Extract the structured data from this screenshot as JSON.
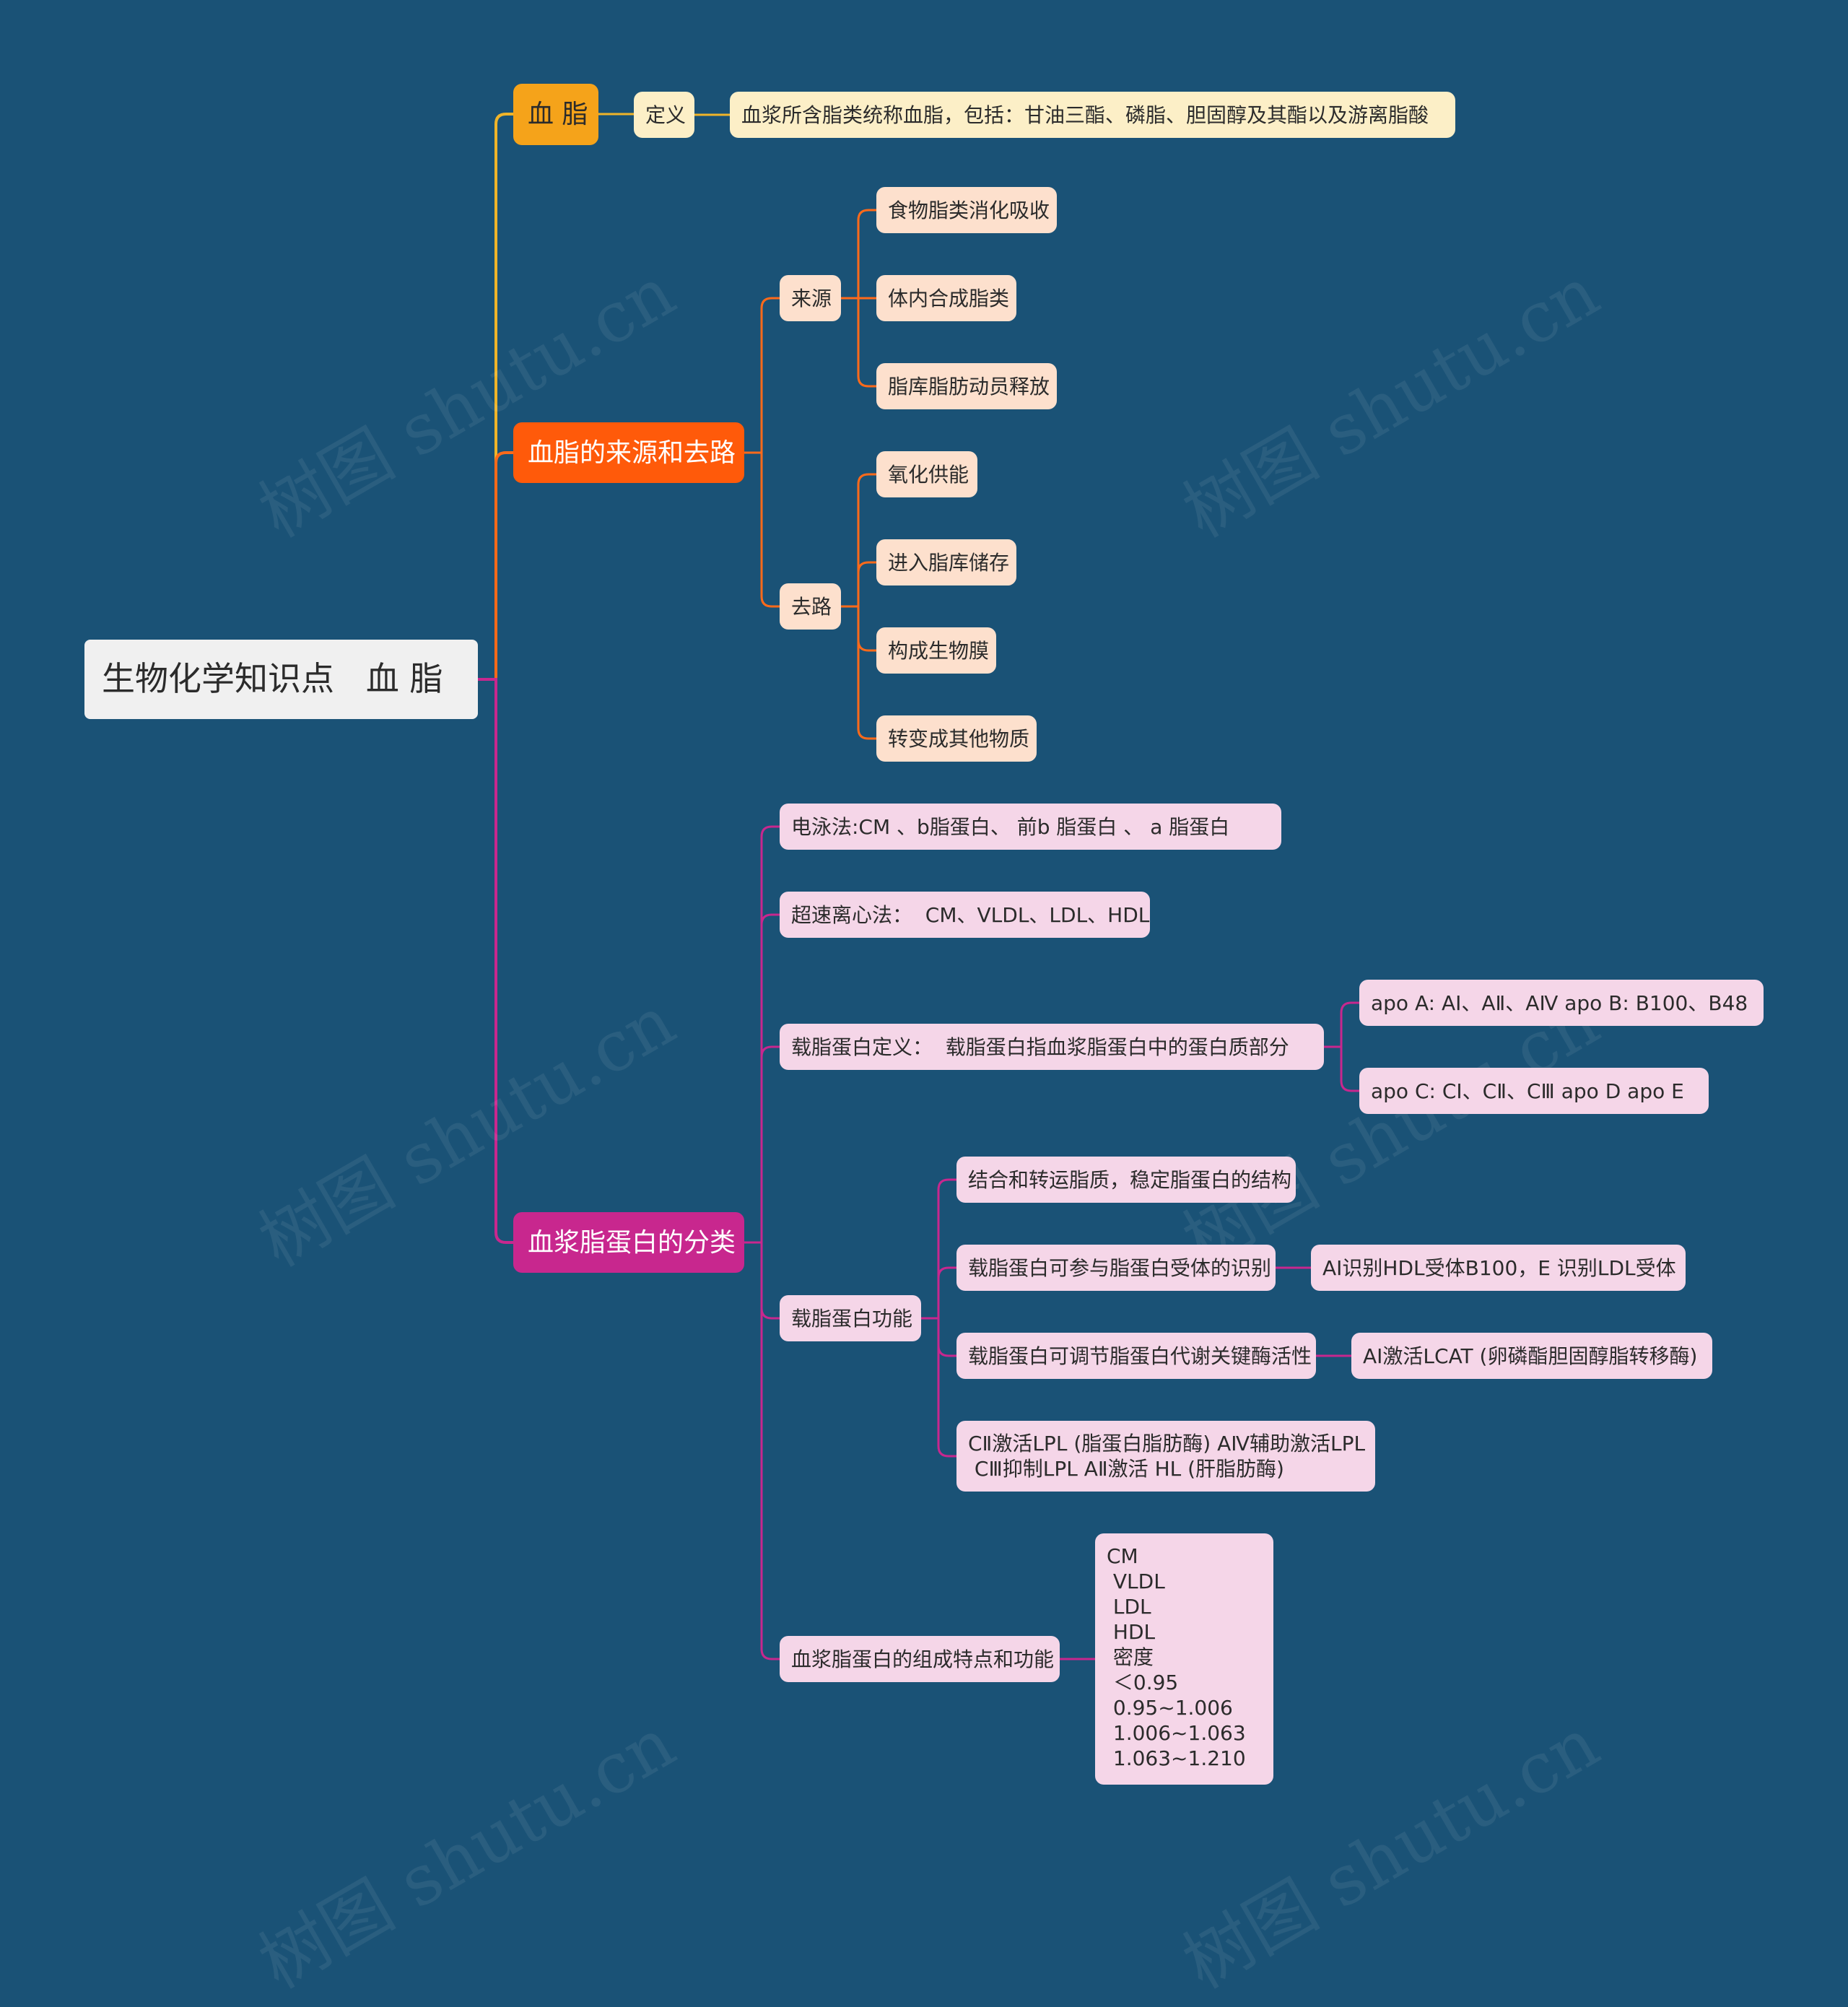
{
  "root": "生物化学知识点   血 脂",
  "branch1": {
    "title": "血 脂",
    "definition_label": "定义",
    "definition_text": "血浆所含脂类统称血脂，包括：甘油三酯、磷脂、胆固醇及其酯以及游离脂酸"
  },
  "branch2": {
    "title": "血脂的来源和去路",
    "source_label": "来源",
    "sources": [
      "食物脂类消化吸收",
      "体内合成脂类",
      "脂库脂肪动员释放"
    ],
    "fate_label": "去路",
    "fates": [
      "氧化供能",
      "进入脂库储存",
      "构成生物膜",
      "转变成其他物质"
    ]
  },
  "branch3": {
    "title": "血浆脂蛋白的分类",
    "electrophoresis": "电泳法:CM 、b脂蛋白、 前b 脂蛋白 、 a 脂蛋白",
    "ultracentrifuge": "超速离心法：  CM、VLDL、LDL、HDL",
    "apo_definition": "载脂蛋白定义：  载脂蛋白指血浆脂蛋白中的蛋白质部分",
    "apo_types": [
      "apo A: AⅠ、AⅡ、AⅣ apo B: B100、B48",
      "apo C: CⅠ、CⅡ、CⅢ apo D apo E"
    ],
    "apo_function_label": "载脂蛋白功能",
    "apo_functions": [
      "结合和转运脂质，稳定脂蛋白的结构",
      "载脂蛋白可参与脂蛋白受体的识别",
      "载脂蛋白可调节脂蛋白代谢关键酶活性",
      "CⅡ激活LPL (脂蛋白脂肪酶) AⅣ辅助激活LPL\n CⅢ抑制LPL AⅡ激活 HL (肝脂肪酶)"
    ],
    "receptor_detail": "AⅠ识别HDL受体B100，E 识别LDL受体",
    "enzyme_detail": "AⅠ激活LCAT (卵磷酯胆固醇脂转移酶)",
    "composition_label": "血浆脂蛋白的组成特点和功能",
    "composition_detail": "CM\n VLDL\n LDL\n HDL\n 密度\n ＜0.95\n 0.95~1.006\n 1.006~1.063\n 1.063~1.210"
  },
  "watermark": "树图 shutu.cn",
  "colors": {
    "background": "#1a5276",
    "branch1": "#f5a31a",
    "branch2": "#ff5a0a",
    "branch3": "#c8278e",
    "line1": "#f0b429",
    "line2": "#ff6a1a",
    "line3": "#c8278e"
  }
}
